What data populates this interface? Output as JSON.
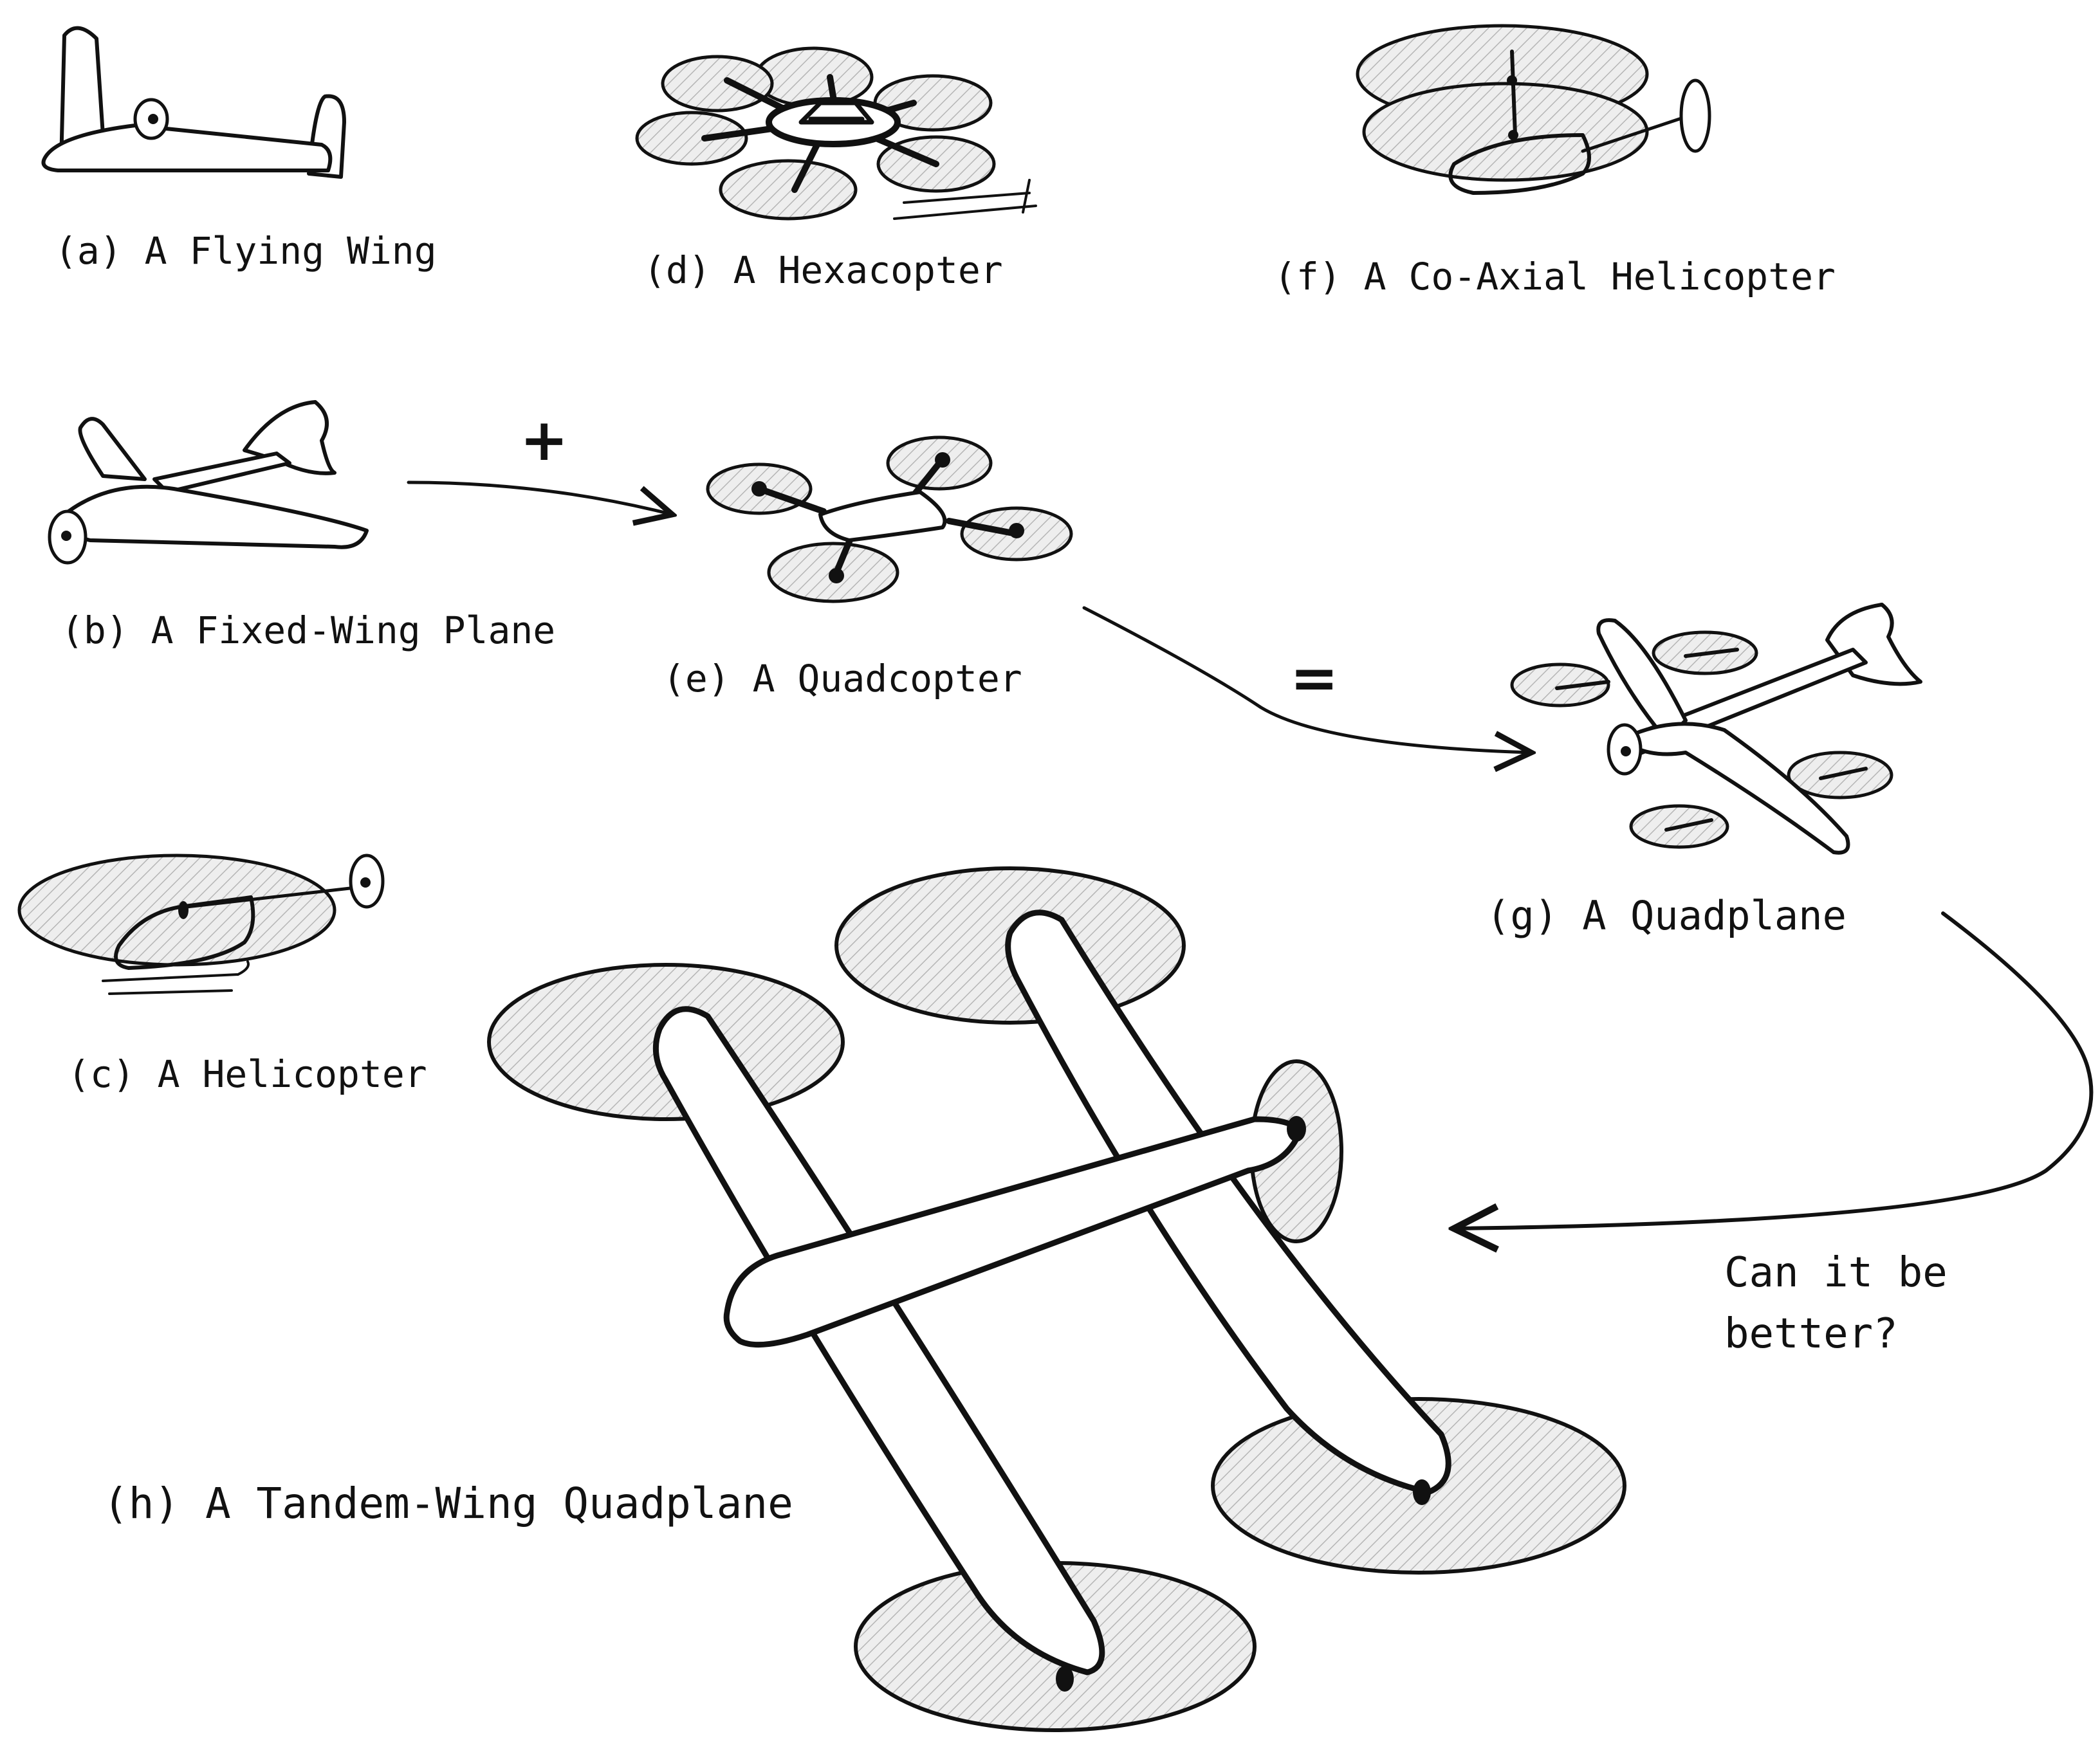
{
  "labels": {
    "flying_wing": "(a) A Flying Wing",
    "fixed_wing": "(b) A Fixed-Wing Plane",
    "helicopter": "(c) A Helicopter",
    "hexacopter": "(d) A Hexacopter",
    "quadcopter": "(e) A Quadcopter",
    "coaxial": "(f) A Co-Axial Helicopter",
    "quadplane": "(g) A Quadplane",
    "tandem": "(h) A Tandem-Wing Quadplane"
  },
  "operators": {
    "plus": "+",
    "equals": "="
  },
  "question": {
    "line1": "Can it be",
    "line2": "better?"
  }
}
